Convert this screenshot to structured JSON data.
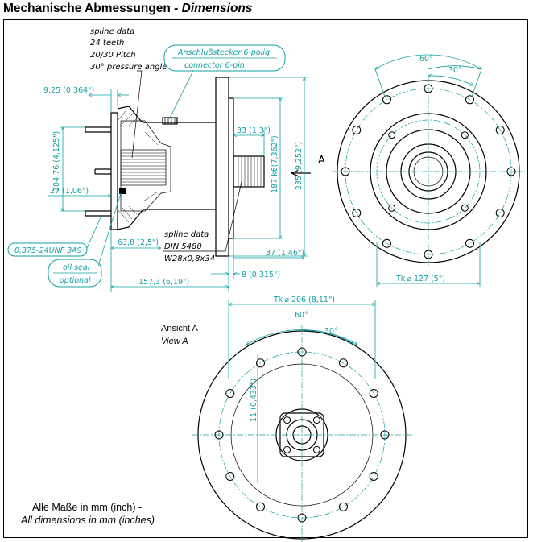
{
  "title": {
    "main": "Mechanische Abmessungen - ",
    "sub": "Dimensions"
  },
  "notes": {
    "spline1": [
      "spline data",
      "24 teeth",
      "20/30 Pitch",
      "30° pressure angle"
    ],
    "connector_de": "Anschlußstecker 6-polig",
    "connector_en": "connector 6-pin",
    "spline2": [
      "spline data",
      "DIN 5480",
      "W28x0,8x34"
    ],
    "thread": "0,375-24UNF 3A9",
    "oilseal": [
      "oil seal",
      "optional"
    ],
    "arrow_label": "A"
  },
  "dimensions": {
    "d_9_25": "9,25 (0,364\")",
    "d_104_76": "104,76 (4,125\")",
    "d_27": "27 (1,06\")",
    "d_63_8": "63,8 (2,5\")",
    "d_157_3": "157,3 (6,19\")",
    "d_8": "8 (0,315\")",
    "d_33": "33 (1,3\")",
    "d_187": "187 k6(7,362\")",
    "d_235": "235 (9,252\")",
    "d_37": "37 (1,46\")",
    "ang_60_top": "60°",
    "ang_30_top": "30°",
    "tk_127": "Tk ⌀ 127 (5\")",
    "tk_206": "Tk ⌀ 206 (8,11\")",
    "ang_60_bot": "60°",
    "ang_30_bot": "30°",
    "d_11": "11 (0,433\")"
  },
  "view": {
    "de": "Ansicht A",
    "en": "View A"
  },
  "footer": {
    "de": "Alle Maße in mm (inch) -",
    "en": "All dimensions in mm (inches)"
  }
}
